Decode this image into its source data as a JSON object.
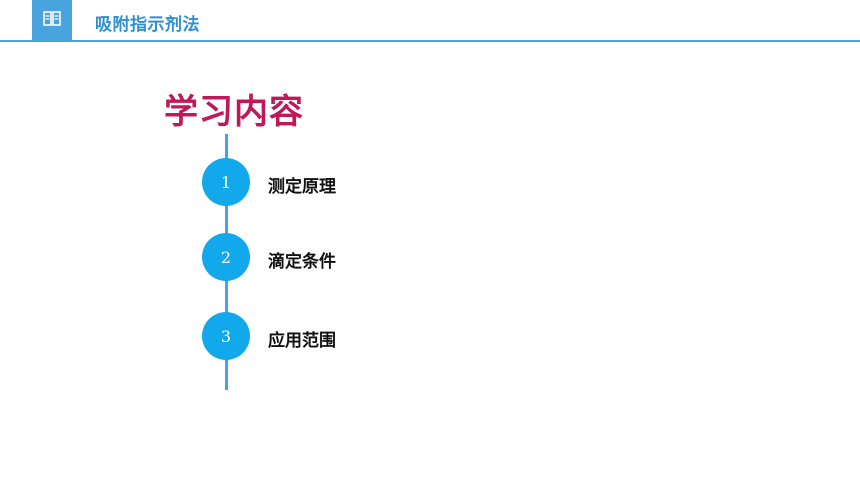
{
  "header": {
    "icon": "book-icon",
    "title": "吸附指示剂法"
  },
  "section": {
    "title": "学习内容"
  },
  "steps": [
    {
      "number": "1",
      "label": "测定原理"
    },
    {
      "number": "2",
      "label": "滴定条件"
    },
    {
      "number": "3",
      "label": "应用范围"
    }
  ],
  "colors": {
    "accent": "#49a3dd",
    "circle": "#12a8ec",
    "title": "#c0185a"
  }
}
